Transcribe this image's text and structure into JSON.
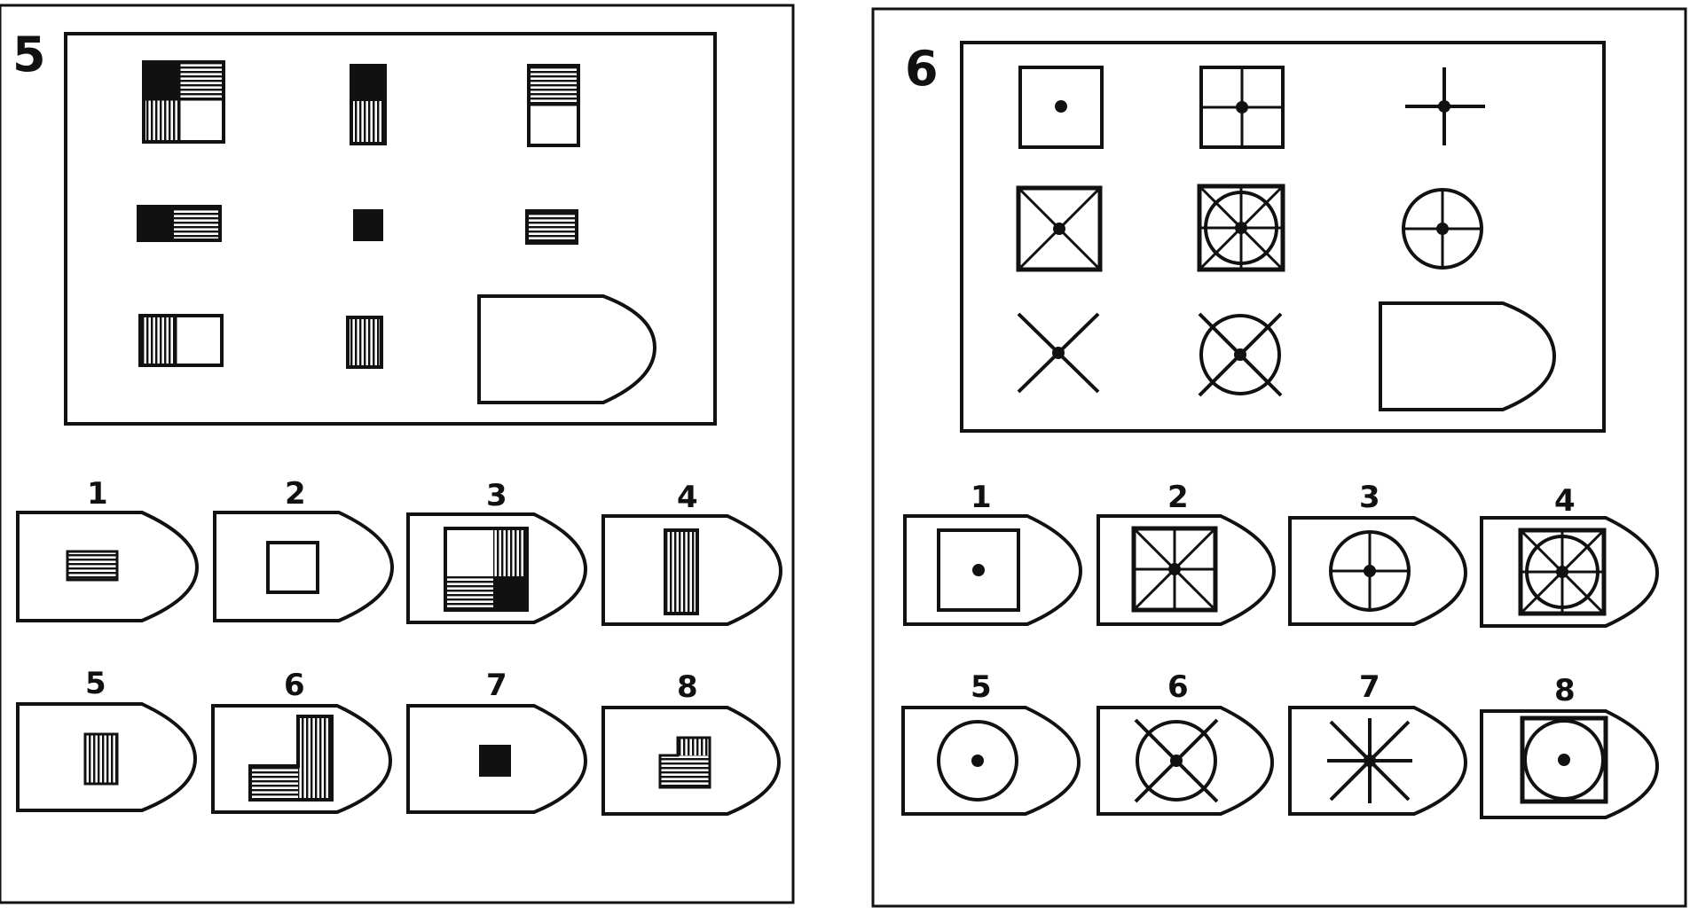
{
  "problems": [
    {
      "number": "5",
      "option_labels": [
        "1",
        "2",
        "3",
        "4",
        "5",
        "6",
        "7",
        "8"
      ]
    },
    {
      "number": "6",
      "option_labels": [
        "1",
        "2",
        "3",
        "4",
        "5",
        "6",
        "7",
        "8"
      ]
    }
  ]
}
